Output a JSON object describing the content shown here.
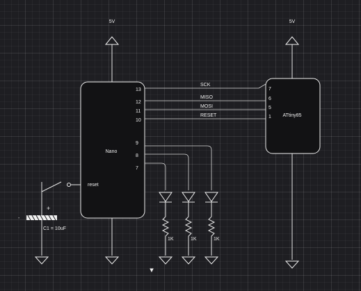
{
  "labels": {
    "vcc_left": "5V",
    "vcc_right": "5V",
    "nano": "Nano",
    "attiny": "ATtiny85",
    "reset": "reset",
    "capacitor": "C1 = 10uF",
    "plus": "+",
    "minus": "-"
  },
  "nano_pins": {
    "p13": "13",
    "p12": "12",
    "p11": "11",
    "p10": "10",
    "p9": "9",
    "p8": "8",
    "p7": "7"
  },
  "attiny_pins": {
    "p7": "7",
    "p6": "6",
    "p5": "5",
    "p1": "1"
  },
  "signals": {
    "sck": "SCK",
    "miso": "MISO",
    "mosi": "MOSI",
    "reset": "RESET"
  },
  "resistors": {
    "r1": "1K",
    "r2": "1K",
    "r3": "1K"
  }
}
